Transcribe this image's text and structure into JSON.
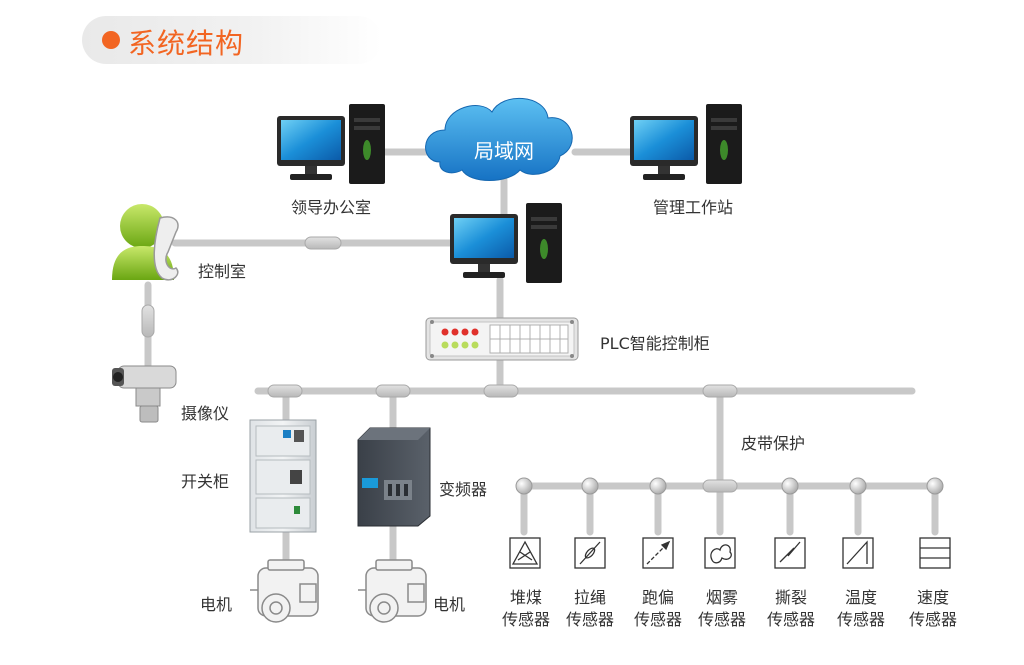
{
  "header": {
    "title": "系统结构"
  },
  "network": {
    "cloud_label": "局域网"
  },
  "nodes": {
    "leader_office": "领导办公室",
    "management_station": "管理工作站",
    "control_room": "控制室",
    "plc_cabinet": "PLC智能控制柜",
    "camera": "摄像仪",
    "switch_cabinet": "开关柜",
    "frequency_converter": "变频器",
    "motor_1": "电机",
    "motor_2": "电机",
    "belt_protection": "皮带保护"
  },
  "sensors": [
    {
      "name": "堆煤",
      "suffix": "传感器",
      "icon": "pile-coal-icon"
    },
    {
      "name": "拉绳",
      "suffix": "传感器",
      "icon": "pull-rope-icon"
    },
    {
      "name": "跑偏",
      "suffix": "传感器",
      "icon": "deviation-icon"
    },
    {
      "name": "烟雾",
      "suffix": "传感器",
      "icon": "smoke-icon"
    },
    {
      "name": "撕裂",
      "suffix": "传感器",
      "icon": "tear-icon"
    },
    {
      "name": "温度",
      "suffix": "传感器",
      "icon": "temperature-icon"
    },
    {
      "name": "速度",
      "suffix": "传感器",
      "icon": "speed-icon"
    }
  ],
  "colors": {
    "accent": "#f26522",
    "line": "#c8c8c8",
    "cloud": "#1f8fd6",
    "person": "#8dc21f"
  }
}
